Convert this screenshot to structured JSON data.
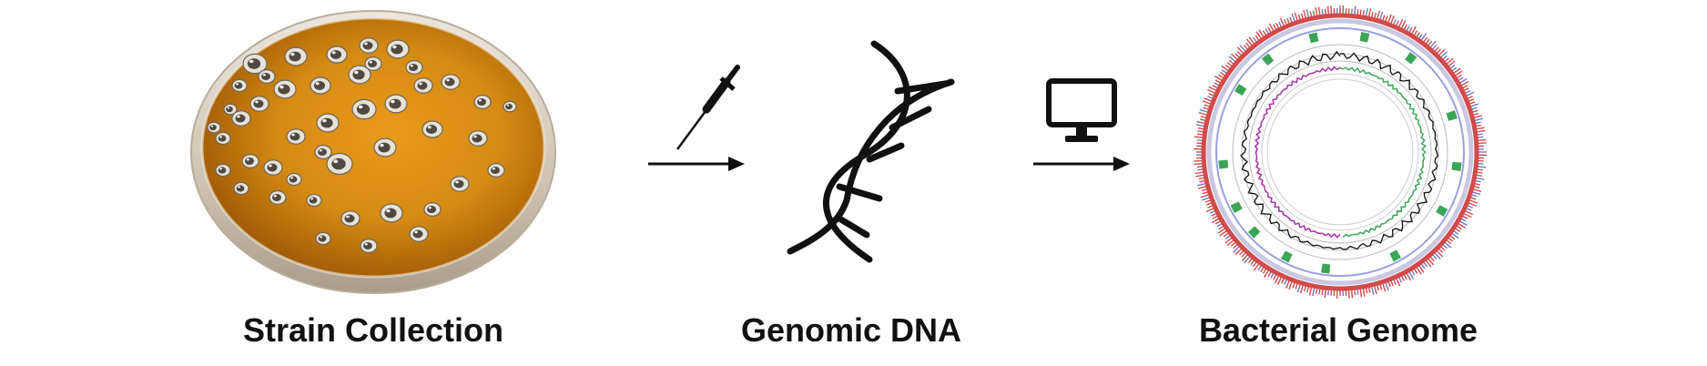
{
  "steps": [
    {
      "id": "strain",
      "label": "Strain Collection",
      "image": "petri-dish-with-colonies"
    },
    {
      "id": "dna",
      "label": "Genomic DNA",
      "image": "dna-double-helix-icon"
    },
    {
      "id": "genome",
      "label": "Bacterial Genome",
      "image": "circular-genome-map"
    }
  ],
  "connectors": [
    {
      "icon": "pipette-icon"
    },
    {
      "icon": "computer-monitor-icon"
    }
  ],
  "colors": {
    "agar": "#d58a12",
    "agar_dark": "#a95f06",
    "dish_rim": "#cfc6b8",
    "genome_red": "#d24a4a",
    "genome_blue": "#6f78d0",
    "genome_green": "#3aa556",
    "genome_purple": "#a52fa5",
    "ink": "#111111"
  }
}
